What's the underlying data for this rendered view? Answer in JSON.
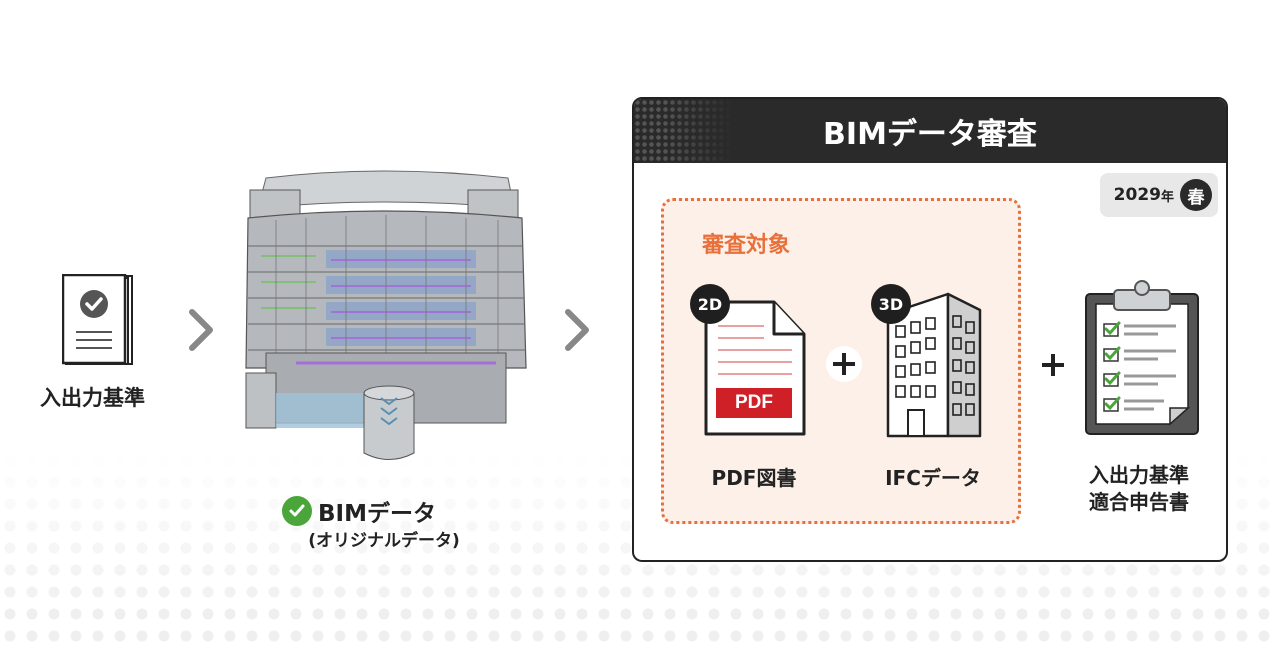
{
  "left_doc": {
    "label": "入出力基準",
    "icon": "checked-document-icon"
  },
  "arrows": {
    "icon": "chevron-right-icon"
  },
  "bim": {
    "label": "BIMデータ",
    "sub": "(オリジナルデータ)",
    "check_color": "#4aa53a",
    "image": "bim-building-model"
  },
  "panel": {
    "title": "BIMデータ審査",
    "year": "2029",
    "year_suffix": "年",
    "season": "春",
    "target_title": "審査対象",
    "items": [
      {
        "badge": "2D",
        "icon_text": "PDF",
        "label": "PDF図書"
      },
      {
        "badge": "3D",
        "label": "IFCデータ"
      },
      {
        "label_line1": "入出力基準",
        "label_line2": "適合申告書"
      }
    ],
    "plus": "+"
  },
  "colors": {
    "accent": "#e8703a",
    "target_bg": "#fdf0e9",
    "header_bg": "#2a2a2a",
    "pdf_red": "#cf2027",
    "check_green": "#4aa53a"
  }
}
